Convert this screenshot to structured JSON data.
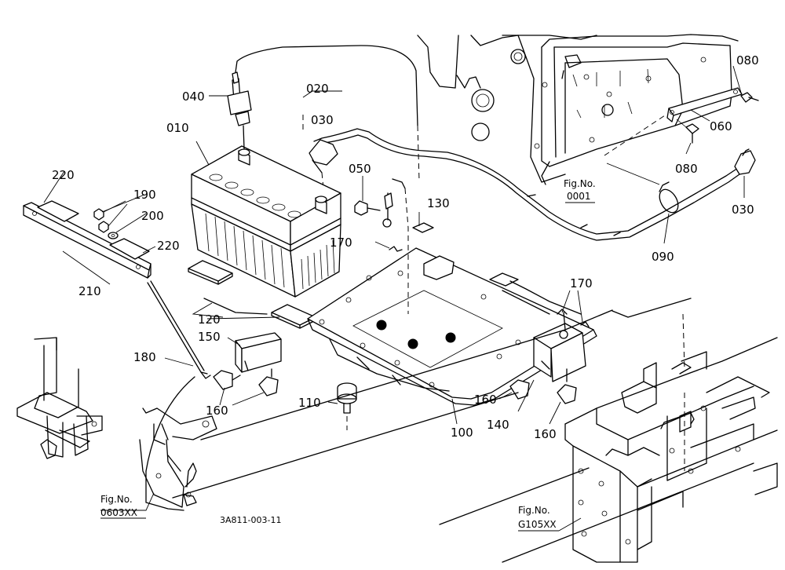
{
  "parts": {
    "p010": "010",
    "p020": "020",
    "p030a": "030",
    "p030b": "030",
    "p040": "040",
    "p050": "050",
    "p060": "060",
    "p080a": "080",
    "p080b": "080",
    "p090": "090",
    "p100": "100",
    "p110": "110",
    "p120": "120",
    "p130": "130",
    "p140": "140",
    "p150": "150",
    "p160a": "160",
    "p160b": "160",
    "p160c": "160",
    "p170a": "170",
    "p170b": "170",
    "p180": "180",
    "p190": "190",
    "p200": "200",
    "p210": "210",
    "p220a": "220",
    "p220b": "220"
  },
  "refs": {
    "fig_label": "Fig.No.",
    "fig_0001": "0001",
    "fig_0603xx": "0603XX",
    "fig_g105xx": "G105XX"
  },
  "drawing_code": "3A811-003-11"
}
